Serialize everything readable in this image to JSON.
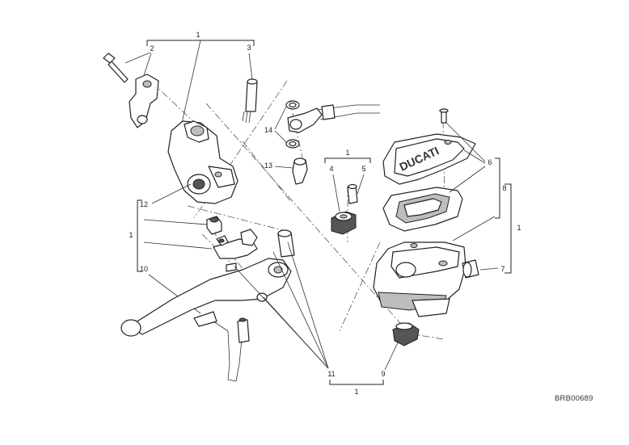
{
  "drawing_code": "BRB00689",
  "callouts": {
    "c1_top": "1",
    "c2": "2",
    "c3": "3",
    "c14": "14",
    "c13": "13",
    "c1_mid": "1",
    "c4": "4",
    "c5": "5",
    "c6": "6",
    "c8": "8",
    "c1_right": "1",
    "c7": "7",
    "c12": "12",
    "c1_left": "1",
    "c10": "10",
    "c11": "11",
    "c9": "9",
    "c1_bottom": "1"
  },
  "reservoir_cap_logo": "DUCATI"
}
